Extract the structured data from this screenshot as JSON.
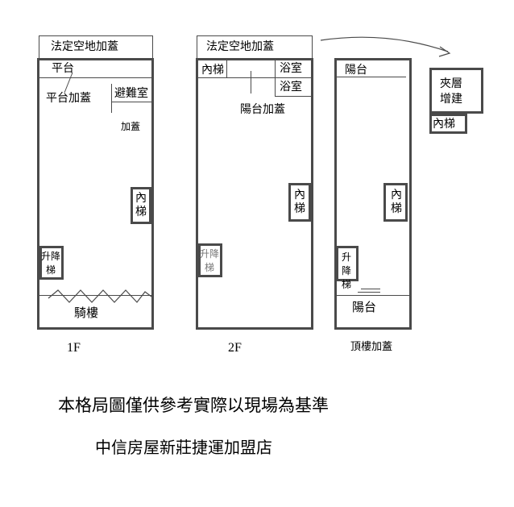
{
  "floor1": {
    "top_label": "法定空地加蓋",
    "balcony": "平台",
    "balcony_extension": "平台加蓋",
    "refuge_room": "避難室",
    "extension": "加蓋",
    "stairs": "內梯",
    "elevator": "升降梯",
    "arcade": "騎樓",
    "caption": "1F"
  },
  "floor2": {
    "top_label": "法定空地加蓋",
    "stairs_top": "內梯",
    "bathroom1": "浴室",
    "bathroom2": "浴室",
    "balcony_extension": "陽台加蓋",
    "stairs": "內梯",
    "elevator": "升降梯",
    "caption": "2F"
  },
  "roof": {
    "balcony_top": "陽台",
    "stairs": "內梯",
    "elevator": "升降梯",
    "balcony_bottom": "陽台",
    "caption": "頂樓加蓋"
  },
  "mezzanine": {
    "label": "夾層增建",
    "stairs": "內梯"
  },
  "footer": {
    "disclaimer": "本格局圖僅供參考實際以現場為基準",
    "agency": "中信房屋新莊捷運加盟店"
  }
}
